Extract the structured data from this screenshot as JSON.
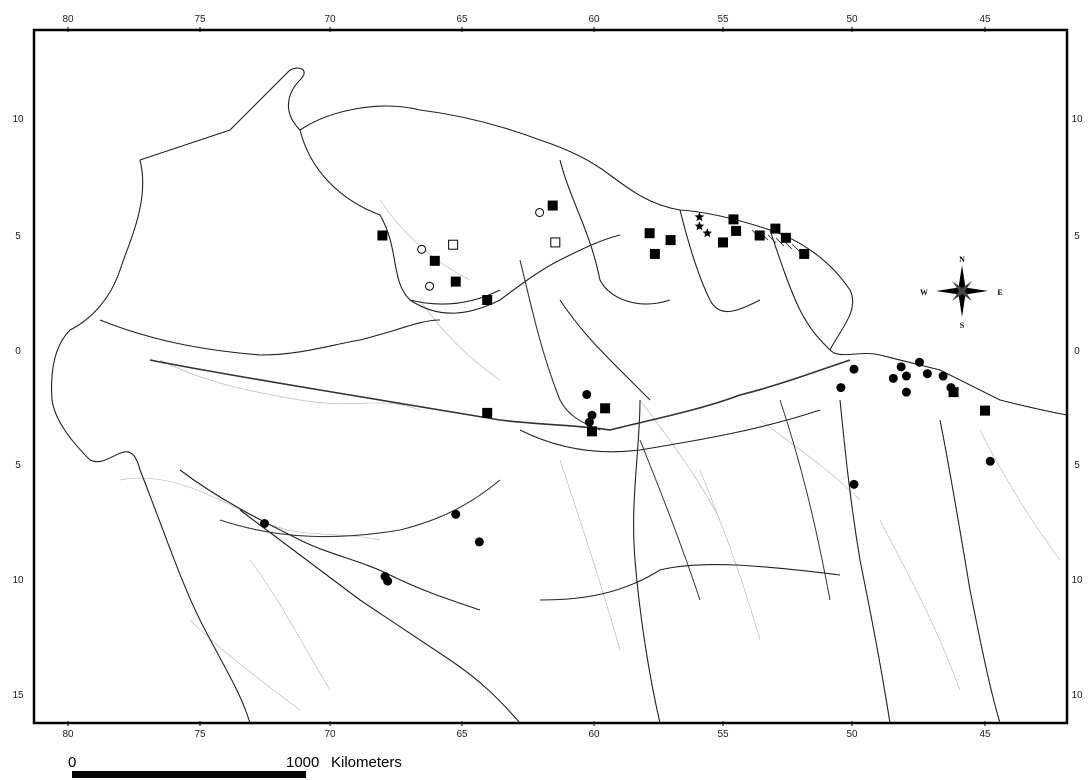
{
  "map": {
    "longitude_ticks": [
      "80",
      "75",
      "70",
      "65",
      "60",
      "55",
      "50",
      "45"
    ],
    "latitude_ticks_left": [
      "10",
      "5",
      "0",
      "5",
      "10",
      "15"
    ],
    "latitude_ticks_right": [
      "10",
      "5",
      "0",
      "5",
      "10",
      "10"
    ],
    "scale_bar": {
      "start_label": "0",
      "end_label": "1000",
      "unit_label": "Kilometers"
    },
    "compass": {
      "n": "N",
      "s": "S",
      "e": "E",
      "w": "W"
    },
    "colors": {
      "frame": "#000000",
      "land_border": "#222222",
      "river": "#555555",
      "marker": "#000000"
    },
    "records": {
      "filled_squares": [
        {
          "lon": -68.0,
          "lat": 4.9
        },
        {
          "lon": -66.0,
          "lat": 3.8
        },
        {
          "lon": -65.2,
          "lat": 2.9
        },
        {
          "lon": -64.0,
          "lat": 2.1
        },
        {
          "lon": -61.5,
          "lat": 6.2
        },
        {
          "lon": -57.8,
          "lat": 5.0
        },
        {
          "lon": -57.6,
          "lat": 4.1
        },
        {
          "lon": -57.0,
          "lat": 4.7
        },
        {
          "lon": -55.0,
          "lat": 4.6
        },
        {
          "lon": -54.6,
          "lat": 5.6
        },
        {
          "lon": -54.5,
          "lat": 5.1
        },
        {
          "lon": -53.6,
          "lat": 4.9
        },
        {
          "lon": -53.0,
          "lat": 5.2
        },
        {
          "lon": -52.6,
          "lat": 4.8
        },
        {
          "lon": -51.9,
          "lat": 4.1
        },
        {
          "lon": -64.0,
          "lat": -2.8
        },
        {
          "lon": -60.0,
          "lat": -3.6
        },
        {
          "lon": -59.5,
          "lat": -2.6
        },
        {
          "lon": -46.2,
          "lat": -1.9
        },
        {
          "lon": -45.0,
          "lat": -2.7
        }
      ],
      "open_squares": [
        {
          "lon": -65.3,
          "lat": 4.5
        },
        {
          "lon": -61.4,
          "lat": 4.6
        }
      ],
      "filled_circles": [
        {
          "lon": -60.2,
          "lat": -2.0
        },
        {
          "lon": -60.0,
          "lat": -2.9
        },
        {
          "lon": -60.1,
          "lat": -3.2
        },
        {
          "lon": -50.0,
          "lat": -0.9
        },
        {
          "lon": -50.5,
          "lat": -1.7
        },
        {
          "lon": -48.5,
          "lat": -1.3
        },
        {
          "lon": -48.2,
          "lat": -0.8
        },
        {
          "lon": -48.0,
          "lat": -1.2
        },
        {
          "lon": -47.5,
          "lat": -0.6
        },
        {
          "lon": -47.2,
          "lat": -1.1
        },
        {
          "lon": -46.6,
          "lat": -1.2
        },
        {
          "lon": -46.3,
          "lat": -1.7
        },
        {
          "lon": -48.0,
          "lat": -1.9
        },
        {
          "lon": -44.8,
          "lat": -4.9
        },
        {
          "lon": -50.0,
          "lat": -5.9
        },
        {
          "lon": -72.5,
          "lat": -7.6
        },
        {
          "lon": -67.9,
          "lat": -9.9
        },
        {
          "lon": -67.8,
          "lat": -10.1
        },
        {
          "lon": -65.2,
          "lat": -7.2
        },
        {
          "lon": -64.3,
          "lat": -8.4
        }
      ],
      "open_circles": [
        {
          "lon": -66.5,
          "lat": 4.3
        },
        {
          "lon": -66.2,
          "lat": 2.7
        },
        {
          "lon": -62.0,
          "lat": 5.9
        }
      ],
      "stars": [
        {
          "lon": -55.9,
          "lat": 5.7
        },
        {
          "lon": -55.9,
          "lat": 5.3
        },
        {
          "lon": -55.6,
          "lat": 5.0
        }
      ]
    }
  }
}
